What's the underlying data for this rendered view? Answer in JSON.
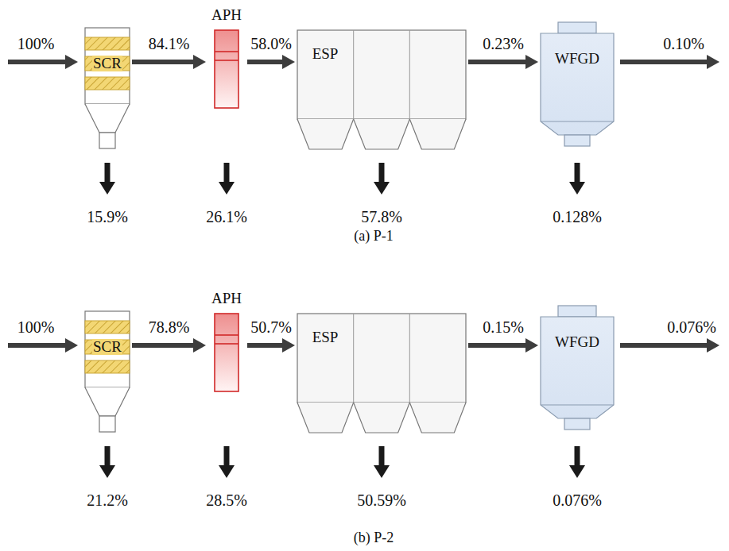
{
  "diagram": {
    "nodes": [
      {
        "text": [
          "SCR"
        ]
      },
      {
        "text": [
          "APH"
        ]
      },
      {
        "text": [
          "ESP"
        ]
      },
      {
        "text": [
          "WFGD"
        ]
      },
      {
        "text": [
          "SCR"
        ]
      },
      {
        "text": [
          "APH"
        ]
      },
      {
        "text": [
          "ESP"
        ]
      },
      {
        "text": [
          "WFGD"
        ]
      }
    ],
    "edges": [
      {
        "from": 0,
        "to": 1,
        "arrow": "to",
        "label": "84.1%"
      },
      {
        "from": 1,
        "to": 2,
        "arrow": "to",
        "label": "58.0%"
      },
      {
        "from": 2,
        "to": 3,
        "arrow": "to",
        "label": "0.23%"
      },
      {
        "from": 4,
        "to": 5,
        "arrow": "to",
        "label": "78.8%"
      },
      {
        "from": 5,
        "to": 6,
        "arrow": "to",
        "label": "50.7%"
      },
      {
        "from": 6,
        "to": 7,
        "arrow": "to",
        "label": "0.15%"
      }
    ],
    "labels": [
      "100%",
      "0.10%",
      "15.9%",
      "26.1%",
      "57.8%",
      "0.128%",
      "(a) P-1",
      "100%",
      "0.076%",
      "21.2%",
      "28.5%",
      "50.59%",
      "0.076%",
      "(b) P-2"
    ]
  }
}
